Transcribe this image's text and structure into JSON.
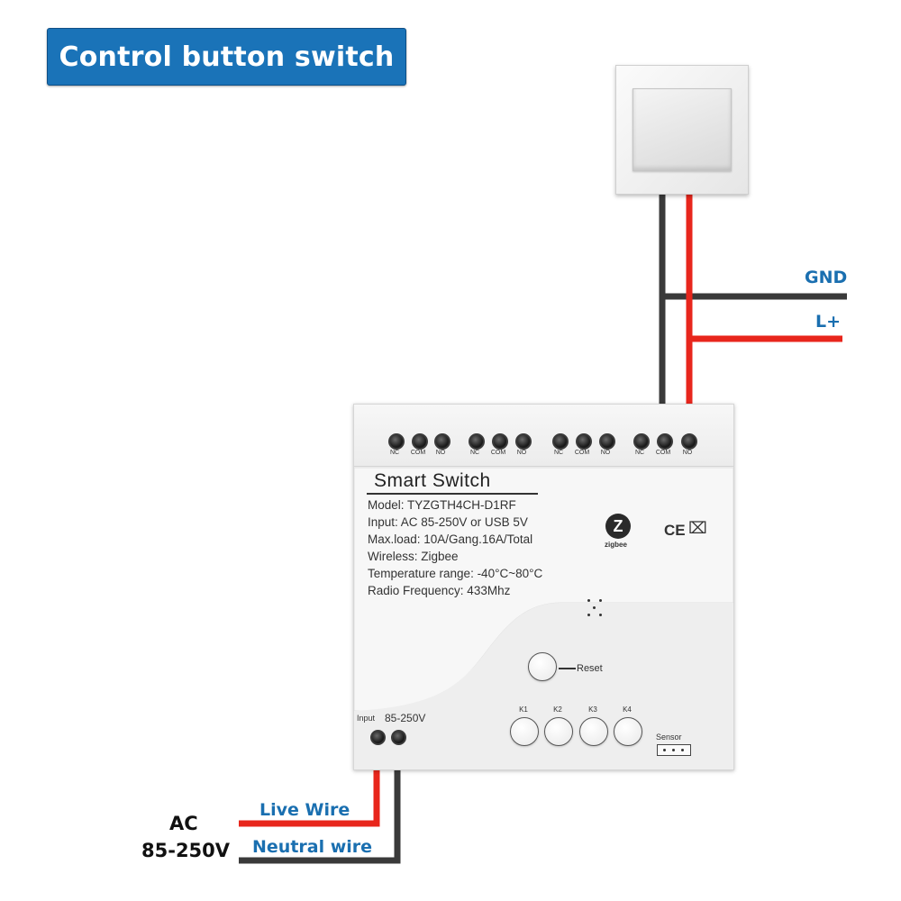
{
  "title": "Control button switch",
  "labels": {
    "gnd": "GND",
    "l_plus": "L+",
    "live_wire": "Live Wire",
    "neutral_wire": "Neutral wire",
    "ac_line1": "AC",
    "ac_line2": "85-250V"
  },
  "module": {
    "title": "Smart  Switch",
    "specs": [
      "Model:  TYZGTH4CH-D1RF",
      "Input:  AC 85-250V or USB 5V",
      "Max.load:  10A/Gang.16A/Total",
      "Wireless:  Zigbee",
      "Temperature range: -40°C~80°C",
      "Radio Frequency:  433Mhz"
    ],
    "terminal_labels": [
      "NC",
      "COM",
      "NO",
      "NC",
      "COM",
      "NO",
      "NC",
      "COM",
      "NO",
      "NC",
      "COM",
      "NO"
    ],
    "zigbee_logo": "Z",
    "zigbee_text": "zigbee",
    "ce_mark": "CE",
    "weee_icon": "⌧",
    "reset_label": "Reset",
    "relay_buttons": [
      "K1",
      "K2",
      "K3",
      "K4"
    ],
    "sensor_label": "Sensor",
    "input_label": "Input",
    "voltage_label": "85-250V"
  },
  "colors": {
    "banner": "#1a73b8",
    "live_wire": "#e8261c",
    "neutral_wire": "#3a3a3a",
    "label_blue": "#1a6fb0"
  }
}
